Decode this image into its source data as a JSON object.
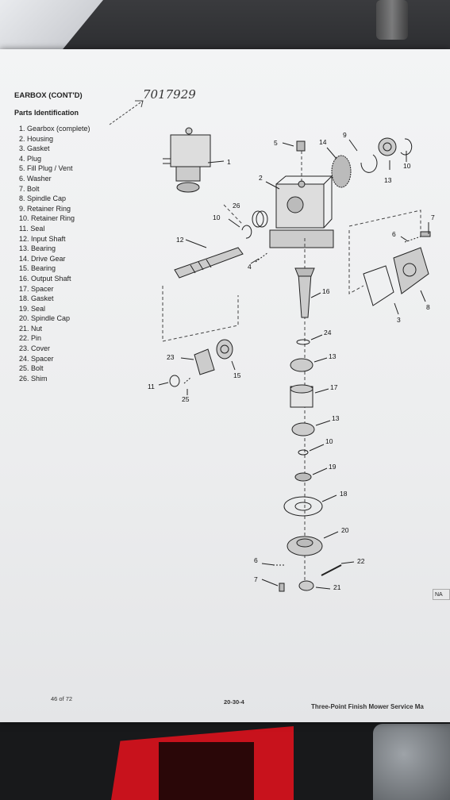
{
  "header": {
    "title": "EARBOX (CONT'D)",
    "subtitle": "Parts Identification"
  },
  "handwritten_note": "7017929",
  "parts": [
    "1. Gearbox (complete)",
    "2. Housing",
    "3. Gasket",
    "4. Plug",
    "5. Fill Plug / Vent",
    "6. Washer",
    "7. Bolt",
    "8. Spindle Cap",
    "9. Retainer Ring",
    "10. Retainer Ring",
    "11. Seal",
    "12. Input Shaft",
    "13. Bearing",
    "14. Drive Gear",
    "15. Bearing",
    "16. Output Shaft",
    "17. Spacer",
    "18. Gasket",
    "19. Seal",
    "20. Spindle Cap",
    "21. Nut",
    "22. Pin",
    "23. Cover",
    "24. Spacer",
    "25. Bolt",
    "26. Shim"
  ],
  "callouts": {
    "c1": "1",
    "c2": "2",
    "c3": "3",
    "c4": "4",
    "c5": "5",
    "c6a": "6",
    "c6b": "6",
    "c7a": "7",
    "c7b": "7",
    "c8": "8",
    "c9": "9",
    "c10a": "10",
    "c10b": "10",
    "c10c": "10",
    "c11": "11",
    "c12": "12",
    "c13a": "13",
    "c13b": "13",
    "c13c": "13",
    "c14": "14",
    "c15": "15",
    "c16": "16",
    "c17": "17",
    "c18": "18",
    "c19": "19",
    "c20": "20",
    "c21": "21",
    "c22": "22",
    "c23": "23",
    "c24": "24",
    "c25": "25",
    "c26": "26"
  },
  "side_tag": "NA",
  "footer": {
    "page": "46 of 72",
    "code": "20-30-4",
    "doc": "Three-Point Finish Mower Service Ma"
  }
}
